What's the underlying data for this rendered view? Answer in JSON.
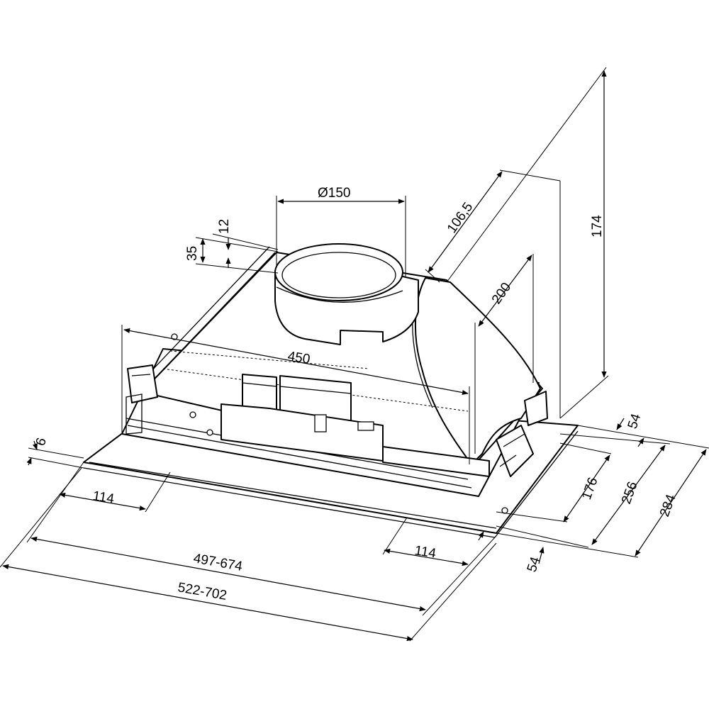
{
  "diagram": {
    "labels": {
      "duct_diameter": "Ø150",
      "flange_height": "12",
      "collar_height": "35",
      "duct_offset": "106,5",
      "total_height": "174",
      "body_height": "200",
      "body_width": "450",
      "rear_depth": "54",
      "front_depth_176": "176",
      "depth_256": "256",
      "depth_284": "284",
      "front_depth": "54",
      "left_offset": "114",
      "right_offset": "114",
      "cutout_width": "497-674",
      "overall_width": "522-702",
      "trim_thickness": "6"
    },
    "colors": {
      "ink": "#000000",
      "paper": "#ffffff"
    }
  }
}
